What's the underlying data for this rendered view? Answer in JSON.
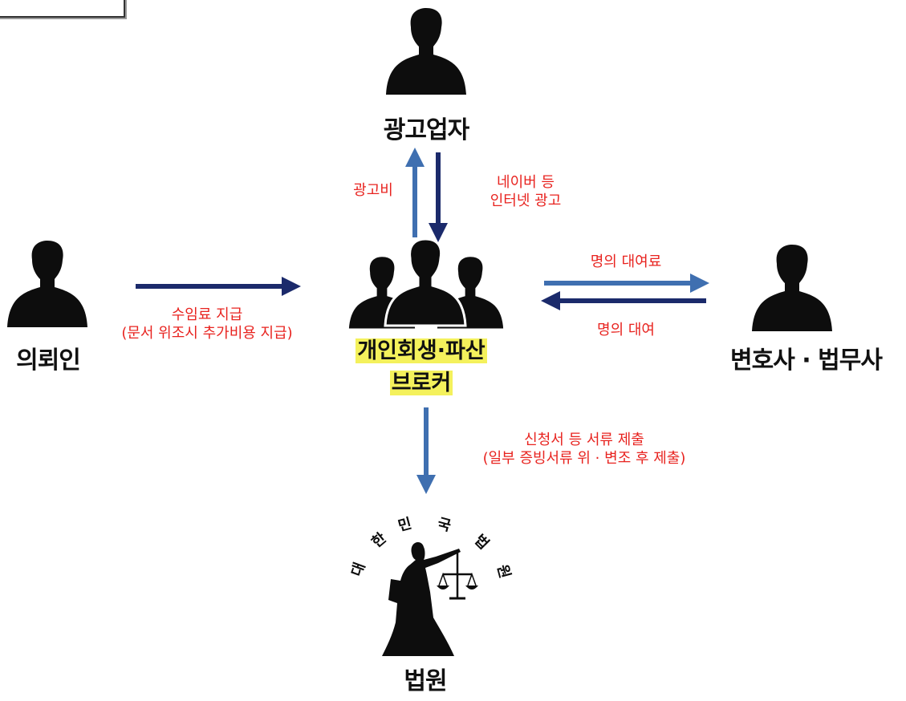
{
  "colors": {
    "flow_label": "#e8231f",
    "arrow_dark": "#1b2a6b",
    "arrow_light": "#3f6fb0",
    "highlight": "#f4f15c",
    "silhouette": "#0d0d0d"
  },
  "nodes": {
    "advertiser": "광고업자",
    "client": "의뢰인",
    "broker_line1": "개인회생·파산",
    "broker_line2": "브로커",
    "lawyer": "변호사 · 법무사",
    "court": "법원"
  },
  "court_seal_chars": [
    "대",
    "한",
    "민",
    "국",
    "법",
    "원"
  ],
  "flows": {
    "ad_fee": "광고비",
    "internet_ad_line1": "네이버 등",
    "internet_ad_line2": "인터넷 광고",
    "retainer_line1": "수임료 지급",
    "retainer_line2": "(문서 위조시 추가비용 지급)",
    "name_fee": "명의 대여료",
    "name_lending": "명의 대여",
    "filing_line1": "신청서 등 서류 제출",
    "filing_line2": "(일부 증빙서류 위 · 변조 후 제출)"
  },
  "icons": {
    "advertiser": "person-silhouette-icon",
    "client": "person-silhouette-icon",
    "broker": "group-silhouette-icon",
    "lawyer": "person-silhouette-icon",
    "court": "justice-statue-icon"
  }
}
